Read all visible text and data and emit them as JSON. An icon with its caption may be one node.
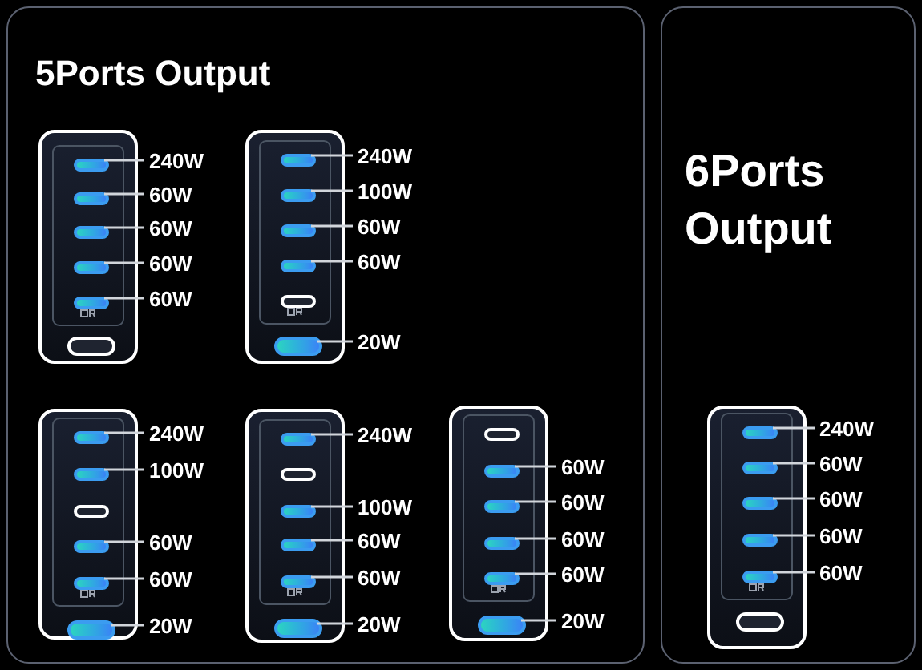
{
  "diagram": {
    "nodes": [
      {
        "text": [
          "5Ports Output"
        ]
      },
      {
        "text": [],
        "shape": "box",
        "in": 0
      },
      {
        "text": [],
        "shape": "bar",
        "in": 1
      },
      {
        "text": [],
        "shape": "bar",
        "in": 1
      },
      {
        "text": [],
        "shape": "bar",
        "in": 1
      },
      {
        "text": [],
        "shape": "bar",
        "in": 1
      },
      {
        "text": [],
        "shape": "bar",
        "in": 1
      },
      {
        "text": [],
        "shape": "box",
        "in": 1
      },
      {
        "text": [
          "240W"
        ],
        "in": 0
      },
      {
        "text": [
          "60W"
        ],
        "in": 0
      },
      {
        "text": [
          "60W"
        ],
        "in": 0
      },
      {
        "text": [
          "60W"
        ],
        "in": 0
      },
      {
        "text": [
          "60W"
        ],
        "in": 0
      },
      {
        "text": [],
        "shape": "box",
        "in": 0
      },
      {
        "text": [],
        "shape": "bar",
        "in": 13
      },
      {
        "text": [],
        "shape": "bar",
        "in": 13
      },
      {
        "text": [],
        "shape": "bar",
        "in": 13
      },
      {
        "text": [],
        "shape": "bar",
        "in": 13
      },
      {
        "text": [],
        "shape": "bar",
        "in": 13
      },
      {
        "text": [],
        "shape": "box",
        "in": 13
      },
      {
        "text": [
          "240W"
        ],
        "in": 0
      },
      {
        "text": [
          "100W"
        ],
        "in": 0
      },
      {
        "text": [
          "60W"
        ],
        "in": 0
      },
      {
        "text": [
          "60W"
        ],
        "in": 0
      },
      {
        "text": [
          "20W"
        ],
        "in": 0
      },
      {
        "text": [],
        "shape": "box",
        "in": 0
      },
      {
        "text": [],
        "shape": "bar",
        "in": 25
      },
      {
        "text": [],
        "shape": "bar",
        "in": 25
      },
      {
        "text": [],
        "shape": "bar",
        "in": 25
      },
      {
        "text": [],
        "shape": "bar",
        "in": 25
      },
      {
        "text": [],
        "shape": "bar",
        "in": 25
      },
      {
        "text": [],
        "shape": "box",
        "in": 25
      },
      {
        "text": [
          "240W"
        ],
        "in": 0
      },
      {
        "text": [
          "100W"
        ],
        "in": 0
      },
      {
        "text": [
          "60W"
        ],
        "in": 0
      },
      {
        "text": [
          "60W"
        ],
        "in": 0
      },
      {
        "text": [
          "20W"
        ],
        "in": 0
      },
      {
        "text": [],
        "shape": "box",
        "in": 0
      },
      {
        "text": [],
        "shape": "bar",
        "in": 37
      },
      {
        "text": [],
        "shape": "bar",
        "in": 37
      },
      {
        "text": [],
        "shape": "bar",
        "in": 37
      },
      {
        "text": [],
        "shape": "bar",
        "in": 37
      },
      {
        "text": [],
        "shape": "bar",
        "in": 37
      },
      {
        "text": [],
        "shape": "box",
        "in": 37
      },
      {
        "text": [
          "240W"
        ],
        "in": 0
      },
      {
        "text": [
          "100W"
        ],
        "in": 0
      },
      {
        "text": [
          "60W"
        ],
        "in": 0
      },
      {
        "text": [
          "60W"
        ],
        "in": 0
      },
      {
        "text": [
          "20W"
        ],
        "in": 0
      },
      {
        "text": [],
        "shape": "box",
        "in": 0
      },
      {
        "text": [],
        "shape": "bar",
        "in": 49
      },
      {
        "text": [],
        "shape": "bar",
        "in": 49
      },
      {
        "text": [],
        "shape": "bar",
        "in": 49
      },
      {
        "text": [],
        "shape": "bar",
        "in": 49
      },
      {
        "text": [],
        "shape": "bar",
        "in": 49
      },
      {
        "text": [],
        "shape": "box",
        "in": 49
      },
      {
        "text": [
          "60W"
        ],
        "in": 0
      },
      {
        "text": [
          "60W"
        ],
        "in": 0
      },
      {
        "text": [
          "60W"
        ],
        "in": 0
      },
      {
        "text": [
          "60W"
        ],
        "in": 0
      },
      {
        "text": [
          "20W"
        ],
        "in": 0
      },
      {
        "text": [
          "6Ports Output"
        ]
      },
      {
        "text": [],
        "shape": "box",
        "in": 61
      },
      {
        "text": [],
        "shape": "bar",
        "in": 62
      },
      {
        "text": [],
        "shape": "bar",
        "in": 62
      },
      {
        "text": [],
        "shape": "bar",
        "in": 62
      },
      {
        "text": [],
        "shape": "bar",
        "in": 62
      },
      {
        "text": [],
        "shape": "bar",
        "in": 62
      },
      {
        "text": [],
        "shape": "box",
        "in": 62
      },
      {
        "text": [
          "240W"
        ],
        "in": 61
      },
      {
        "text": [
          "60W"
        ],
        "in": 61
      },
      {
        "text": [
          "60W"
        ],
        "in": 61
      },
      {
        "text": [
          "60W"
        ],
        "in": 61
      },
      {
        "text": [
          "60W"
        ],
        "in": 61
      }
    ],
    "edges": [
      {
        "from": 8,
        "to": 2,
        "arrow": "none"
      },
      {
        "from": 9,
        "to": 3,
        "arrow": "none"
      },
      {
        "from": 10,
        "to": 4,
        "arrow": "none"
      },
      {
        "from": 11,
        "to": 5,
        "arrow": "none"
      },
      {
        "from": 12,
        "to": 6,
        "arrow": "none"
      },
      {
        "from": 20,
        "to": 14,
        "arrow": "none"
      },
      {
        "from": 21,
        "to": 15,
        "arrow": "none"
      },
      {
        "from": 22,
        "to": 16,
        "arrow": "none"
      },
      {
        "from": 23,
        "to": 17,
        "arrow": "none"
      },
      {
        "from": 24,
        "to": 19,
        "arrow": "none"
      },
      {
        "from": 32,
        "to": 26,
        "arrow": "none"
      },
      {
        "from": 33,
        "to": 27,
        "arrow": "none"
      },
      {
        "from": 34,
        "to": 29,
        "arrow": "none"
      },
      {
        "from": 35,
        "to": 30,
        "arrow": "none"
      },
      {
        "from": 36,
        "to": 31,
        "arrow": "none"
      },
      {
        "from": 44,
        "to": 38,
        "arrow": "none"
      },
      {
        "from": 45,
        "to": 40,
        "arrow": "none"
      },
      {
        "from": 46,
        "to": 41,
        "arrow": "none"
      },
      {
        "from": 47,
        "to": 42,
        "arrow": "none"
      },
      {
        "from": 48,
        "to": 43,
        "arrow": "none"
      },
      {
        "from": 56,
        "to": 51,
        "arrow": "none"
      },
      {
        "from": 57,
        "to": 52,
        "arrow": "none"
      },
      {
        "from": 58,
        "to": 53,
        "arrow": "none"
      },
      {
        "from": 59,
        "to": 54,
        "arrow": "none"
      },
      {
        "from": 60,
        "to": 55,
        "arrow": "none"
      },
      {
        "from": 69,
        "to": 63,
        "arrow": "none"
      },
      {
        "from": 70,
        "to": 64,
        "arrow": "none"
      },
      {
        "from": 71,
        "to": 65,
        "arrow": "none"
      },
      {
        "from": 72,
        "to": 66,
        "arrow": "none"
      },
      {
        "from": 73,
        "to": 67,
        "arrow": "none"
      }
    ]
  }
}
